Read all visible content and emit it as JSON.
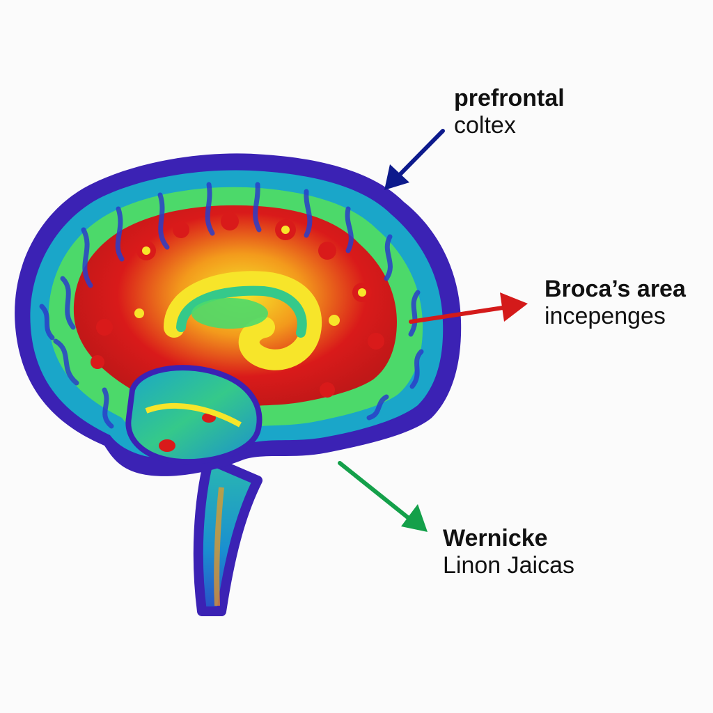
{
  "labels": {
    "prefrontal": {
      "title": "prefrontal",
      "subtitle": "coltex"
    },
    "broca": {
      "title": "Broca’s area",
      "subtitle": "incepenges"
    },
    "wernicke": {
      "title": "Wernicke",
      "subtitle": "Linon Jaicas"
    }
  },
  "colors": {
    "background": "#fbfbfb",
    "outline": "#3b22b4",
    "low_activity": "#1aa6c9",
    "mid_activity": "#4cd96a",
    "high_activity": "#f7e52a",
    "peak_activity": "#d91a1a",
    "arrow_prefrontal": "#0d1a8c",
    "arrow_broca": "#d41a1a",
    "arrow_wernicke": "#14a04a"
  },
  "icons": {
    "brain": "brain-heatmap-icon",
    "arrow_prefrontal": "arrow-down-left-icon",
    "arrow_broca": "arrow-right-icon",
    "arrow_wernicke": "arrow-down-right-icon"
  }
}
